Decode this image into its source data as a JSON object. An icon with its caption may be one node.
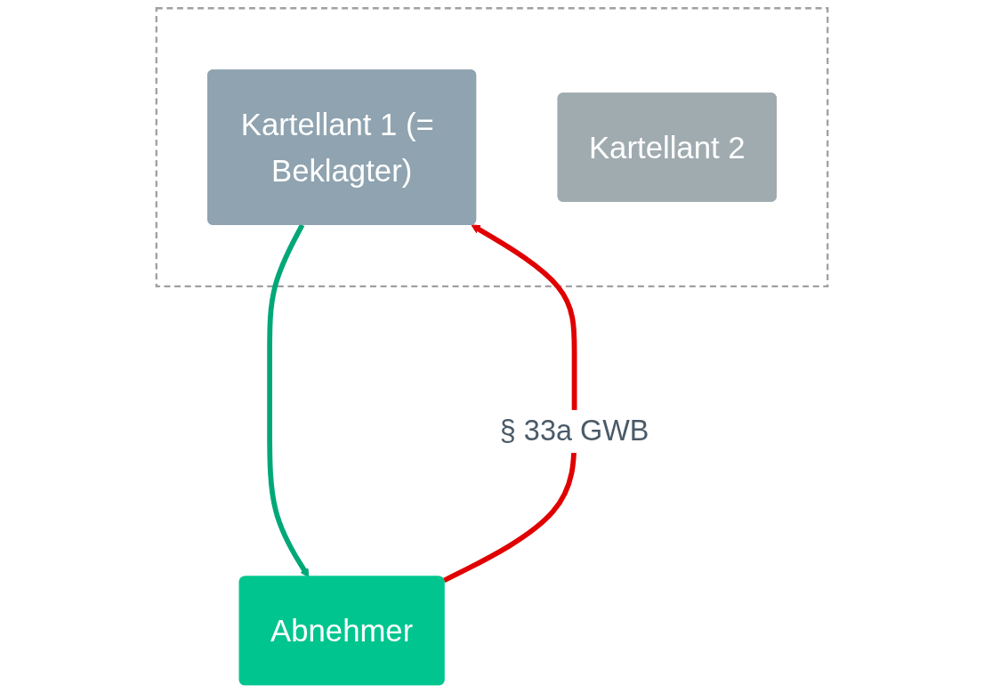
{
  "diagram": {
    "nodes": [
      {
        "text": [],
        "shape": "box"
      },
      {
        "text": [
          "Kartellant 1 (= Beklagter)"
        ],
        "in": 0
      },
      {
        "text": [
          "Kartellant 2"
        ],
        "in": 0
      },
      {
        "text": [
          "Abnehmer"
        ]
      }
    ],
    "edges": [
      {
        "from": 1,
        "to": 3,
        "arrow": "to",
        "color": "#00a878"
      },
      {
        "from": 3,
        "to": 1,
        "arrow": "to",
        "color": "#e00000",
        "label": "§ 33a GWB"
      }
    ]
  }
}
